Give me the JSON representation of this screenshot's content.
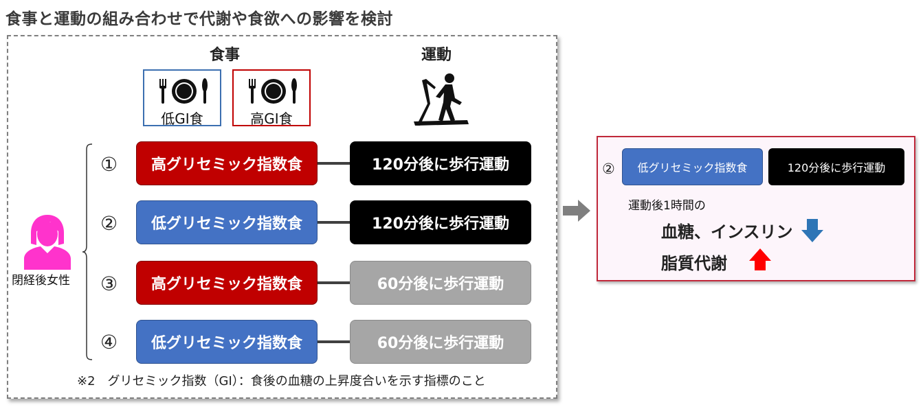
{
  "title": "食事と運動の組み合わせで代謝や食欲への影響を検討",
  "headers": {
    "meal": "食事",
    "exercise": "運動"
  },
  "meal_types": [
    {
      "label": "低GI食",
      "color": "#3c6fb0"
    },
    {
      "label": "高GI食",
      "color": "#c00000"
    }
  ],
  "subject_label": "閉経後女性",
  "conditions": [
    {
      "num": "①",
      "diet": "高グリセミック指数食",
      "exercise": "120分後に歩行運動"
    },
    {
      "num": "②",
      "diet": "低グリセミック指数食",
      "exercise": "120分後に歩行運動"
    },
    {
      "num": "③",
      "diet": "高グリセミック指数食",
      "exercise": "60分後に歩行運動"
    },
    {
      "num": "④",
      "diet": "低グリセミック指数食",
      "exercise": "60分後に歩行運動"
    }
  ],
  "footnote": "※2　グリセミック指数（GI）：食後の血糖の上昇度合いを示す指標のこと",
  "result": {
    "num": "②",
    "diet": "低グリセミック指数食",
    "exercise": "120分後に歩行運動",
    "subtitle": "運動後1時間の",
    "line1": "血糖、インスリン",
    "line2": "脂質代謝"
  },
  "colors": {
    "high_gi": "#c00000",
    "low_gi": "#4472c4",
    "exercise_120": "#000000",
    "exercise_60": "#a6a6a6",
    "person": "#ff33cc",
    "down_arrow": "#2e75b6",
    "up_arrow": "#ff0000"
  },
  "icons": [
    "plate-icon",
    "treadmill-icon",
    "woman-icon",
    "right-arrow-icon",
    "down-arrow-icon",
    "up-arrow-icon"
  ]
}
